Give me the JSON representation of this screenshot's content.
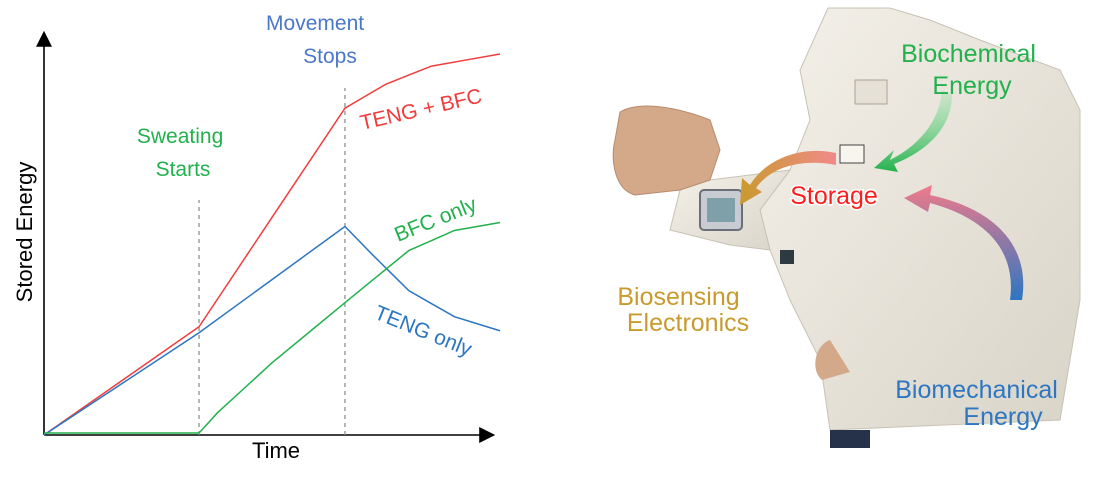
{
  "chart_data": {
    "type": "line",
    "xlabel": "Time",
    "ylabel": "Stored Energy",
    "xlim": [
      0,
      10
    ],
    "ylim": [
      0,
      10
    ],
    "grid": false,
    "events": [
      {
        "label_lines": [
          "Sweating",
          "Starts"
        ],
        "x": 3.4,
        "color": "#22b14c"
      },
      {
        "label_lines": [
          "Movement",
          "Stops"
        ],
        "x": 6.6,
        "color": "#4a78c8"
      }
    ],
    "series": [
      {
        "name": "TENG + BFC",
        "color": "#f03c3c",
        "x": [
          0,
          3.4,
          6.6,
          7.5,
          8.5,
          10
        ],
        "y": [
          0,
          2.7,
          8.15,
          8.75,
          9.2,
          9.5
        ]
      },
      {
        "name": "TENG only",
        "color": "#2c76c2",
        "x": [
          0,
          3.4,
          6.6,
          7.2,
          8.0,
          9.0,
          10
        ],
        "y": [
          0,
          2.55,
          5.2,
          4.5,
          3.6,
          2.95,
          2.6
        ]
      },
      {
        "name": "BFC only",
        "color": "#22b14c",
        "x": [
          0,
          3.4,
          3.8,
          5.0,
          6.6,
          8.0,
          9.0,
          10
        ],
        "y": [
          0.05,
          0.05,
          0.55,
          1.8,
          3.3,
          4.6,
          5.1,
          5.3
        ]
      }
    ]
  },
  "illustration": {
    "biochemical_energy": [
      "Biochemical",
      "Energy"
    ],
    "storage": "Storage",
    "biosensing_electronics": [
      "Biosensing",
      "Electronics"
    ],
    "biomechanical_energy": [
      "Biomechanical",
      "Energy"
    ],
    "colors": {
      "biochemical": "#22b14c",
      "storage": "#ff1e1e",
      "biosensing": "#c99a2e",
      "biomechanical": "#2c76c2"
    }
  }
}
